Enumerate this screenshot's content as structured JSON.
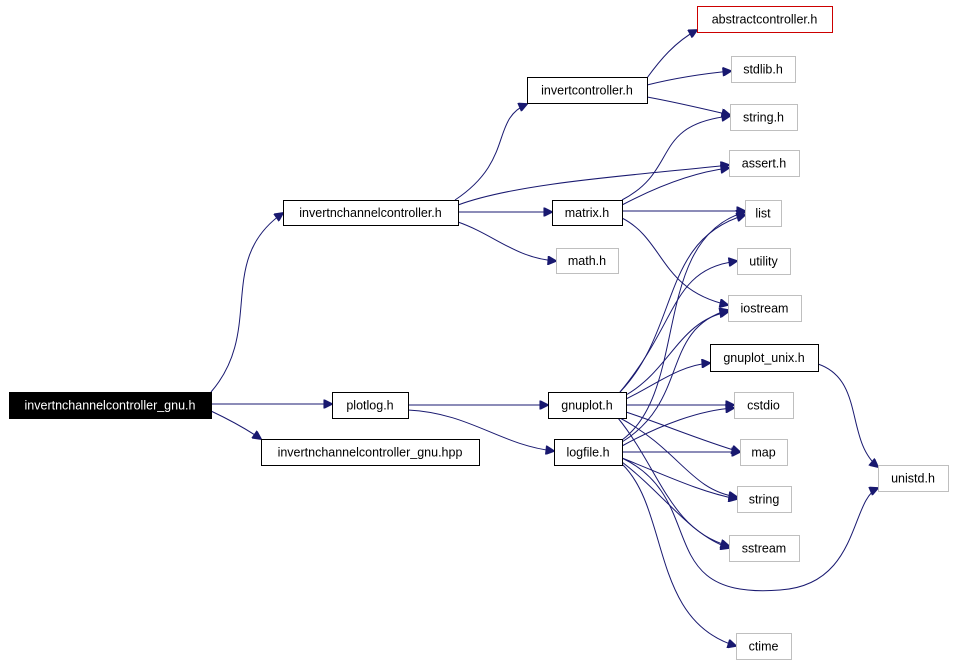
{
  "diagram": {
    "nodes": [
      {
        "id": "root",
        "label": "invertnchannelcontroller_gnu.h",
        "style": "root"
      },
      {
        "id": "invertn",
        "label": "invertnchannelcontroller.h",
        "style": "doc"
      },
      {
        "id": "plotlog",
        "label": "plotlog.h",
        "style": "doc"
      },
      {
        "id": "hpp",
        "label": "invertnchannelcontroller_gnu.hpp",
        "style": "doc"
      },
      {
        "id": "invertc",
        "label": "invertcontroller.h",
        "style": "doc"
      },
      {
        "id": "matrix",
        "label": "matrix.h",
        "style": "doc"
      },
      {
        "id": "math",
        "label": "math.h",
        "style": "ext"
      },
      {
        "id": "gnuplot",
        "label": "gnuplot.h",
        "style": "doc"
      },
      {
        "id": "logfile",
        "label": "logfile.h",
        "style": "doc"
      },
      {
        "id": "abstract",
        "label": "abstractcontroller.h",
        "style": "red"
      },
      {
        "id": "stdlib",
        "label": "stdlib.h",
        "style": "ext"
      },
      {
        "id": "stringh",
        "label": "string.h",
        "style": "ext"
      },
      {
        "id": "assert",
        "label": "assert.h",
        "style": "ext"
      },
      {
        "id": "list",
        "label": "list",
        "style": "ext"
      },
      {
        "id": "utility",
        "label": "utility",
        "style": "ext"
      },
      {
        "id": "iostream",
        "label": "iostream",
        "style": "ext"
      },
      {
        "id": "gnuplot_unix",
        "label": "gnuplot_unix.h",
        "style": "doc"
      },
      {
        "id": "cstdio",
        "label": "cstdio",
        "style": "ext"
      },
      {
        "id": "map",
        "label": "map",
        "style": "ext"
      },
      {
        "id": "string",
        "label": "string",
        "style": "ext"
      },
      {
        "id": "sstream",
        "label": "sstream",
        "style": "ext"
      },
      {
        "id": "ctime",
        "label": "ctime",
        "style": "ext"
      },
      {
        "id": "unistd",
        "label": "unistd.h",
        "style": "ext"
      }
    ],
    "edges": [
      [
        "root",
        "invertn"
      ],
      [
        "root",
        "plotlog"
      ],
      [
        "root",
        "hpp"
      ],
      [
        "invertn",
        "invertc"
      ],
      [
        "invertn",
        "matrix"
      ],
      [
        "invertn",
        "math"
      ],
      [
        "invertn",
        "assert"
      ],
      [
        "invertc",
        "abstract"
      ],
      [
        "invertc",
        "stdlib"
      ],
      [
        "invertc",
        "stringh"
      ],
      [
        "matrix",
        "assert"
      ],
      [
        "matrix",
        "list"
      ],
      [
        "matrix",
        "iostream"
      ],
      [
        "matrix",
        "stringh"
      ],
      [
        "plotlog",
        "gnuplot"
      ],
      [
        "plotlog",
        "logfile"
      ],
      [
        "gnuplot",
        "gnuplot_unix"
      ],
      [
        "gnuplot",
        "cstdio"
      ],
      [
        "gnuplot",
        "list"
      ],
      [
        "gnuplot",
        "iostream"
      ],
      [
        "gnuplot",
        "utility"
      ],
      [
        "gnuplot",
        "map"
      ],
      [
        "gnuplot",
        "string"
      ],
      [
        "gnuplot",
        "sstream"
      ],
      [
        "logfile",
        "cstdio"
      ],
      [
        "logfile",
        "map"
      ],
      [
        "logfile",
        "string"
      ],
      [
        "logfile",
        "list"
      ],
      [
        "logfile",
        "iostream"
      ],
      [
        "logfile",
        "sstream"
      ],
      [
        "logfile",
        "ctime"
      ],
      [
        "logfile",
        "unistd"
      ],
      [
        "gnuplot_unix",
        "unistd"
      ]
    ],
    "colors": {
      "edge": "#191970",
      "ext_border": "#bfbfbf",
      "red_border": "#cc0000",
      "root_fill": "#000000"
    }
  }
}
